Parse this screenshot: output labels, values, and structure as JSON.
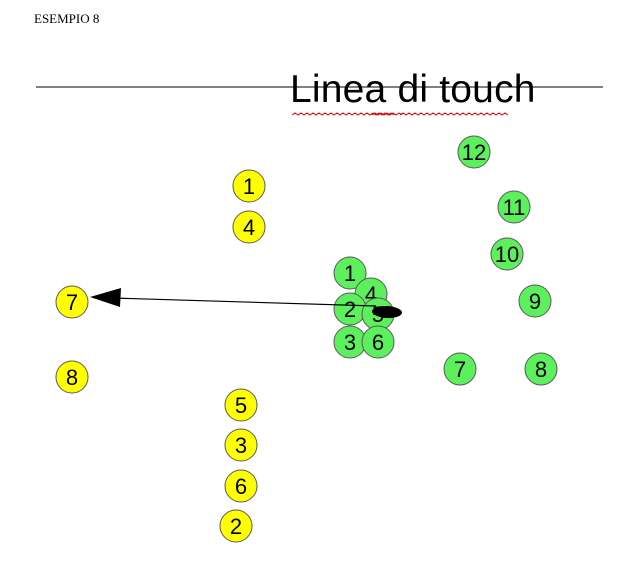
{
  "header": {
    "title": "ESEMPIO 8"
  },
  "touch_line": {
    "label": "Linea di touch"
  },
  "colors": {
    "team_yellow": "#ffff00",
    "team_green": "#5cf05c",
    "ball": "#000000",
    "spellcheck": "#cc0000"
  },
  "players": {
    "yellow": [
      "1",
      "4",
      "7",
      "8",
      "5",
      "3",
      "6",
      "2"
    ],
    "green": [
      "12",
      "11",
      "10",
      "9",
      "1",
      "4",
      "2",
      "5",
      "3",
      "6",
      "7",
      "8"
    ]
  },
  "ball": {
    "icon": "ball-icon"
  }
}
